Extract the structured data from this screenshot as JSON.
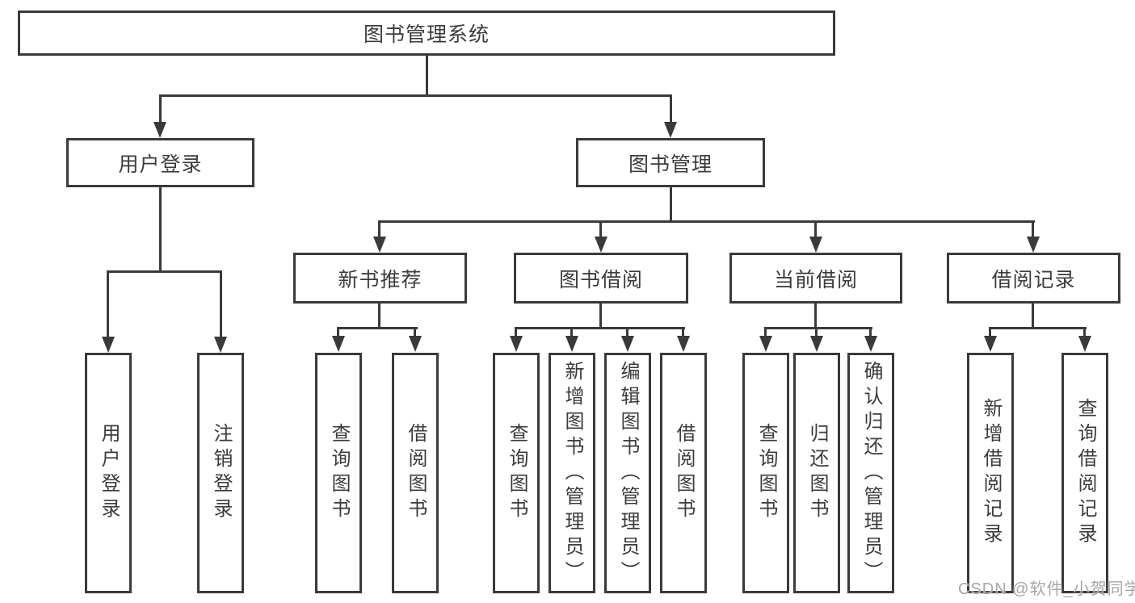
{
  "diagram": {
    "root": {
      "label": "图书管理系统"
    },
    "branches": {
      "user_login": {
        "label": "用户登录",
        "children": [
          {
            "label": "用户登录"
          },
          {
            "label": "注销登录"
          }
        ]
      },
      "book_management": {
        "label": "图书管理",
        "children": [
          {
            "label": "新书推荐",
            "children": [
              {
                "label": "查询图书"
              },
              {
                "label": "借阅图书"
              }
            ]
          },
          {
            "label": "图书借阅",
            "children": [
              {
                "label": "查询图书"
              },
              {
                "label": "新增图书（管理员）"
              },
              {
                "label": "编辑图书（管理员）"
              },
              {
                "label": "借阅图书"
              }
            ]
          },
          {
            "label": "当前借阅",
            "children": [
              {
                "label": "查询图书"
              },
              {
                "label": "归还图书"
              },
              {
                "label": "确认归还（管理员）"
              }
            ]
          },
          {
            "label": "借阅记录",
            "children": [
              {
                "label": "新增借阅记录"
              },
              {
                "label": "查询借阅记录"
              }
            ]
          }
        ]
      }
    },
    "colors": {
      "line": "#3a3a3a",
      "text": "#3c3c3c",
      "watermark": "#a6a6a6",
      "background": "#ffffff"
    },
    "watermark": "CSDN @软件_小贺同学"
  }
}
